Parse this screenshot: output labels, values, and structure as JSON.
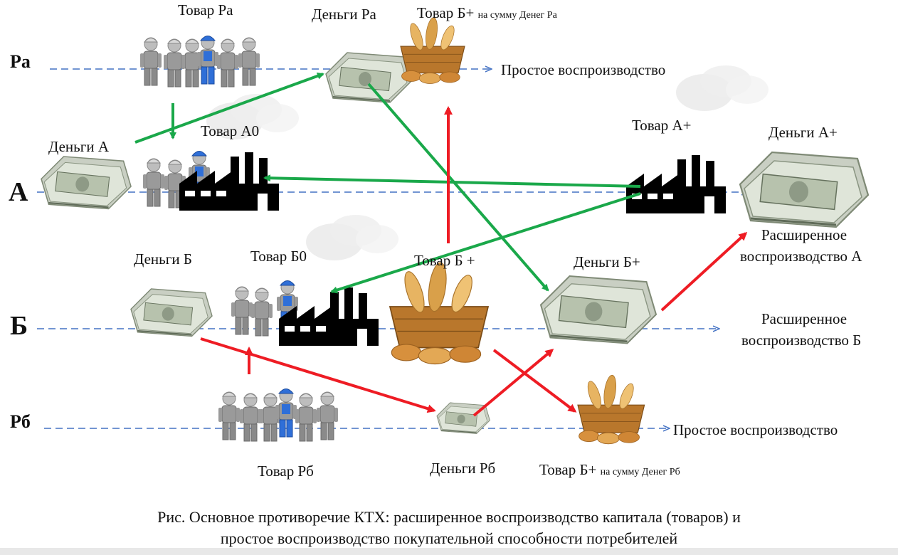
{
  "rows": {
    "pa": "Ра",
    "a": "А",
    "b": "Б",
    "pb": "Рб"
  },
  "labels": {
    "tovar_pa": "Товар Ра",
    "dengi_pa": "Деньги Ра",
    "tovar_bplus_pa_main": "Товар Б+",
    "tovar_bplus_pa_small": "на сумму Денег Ра",
    "prostoe_top": "Простое воспроизводство",
    "dengi_a": "Деньги А",
    "tovar_a0": "Товар А0",
    "tovar_aplus": "Товар А+",
    "dengi_aplus": "Деньги А+",
    "rasshirennoe_a": [
      "Расширенное",
      "воспроизводство А"
    ],
    "dengi_b": "Деньги Б",
    "tovar_b0": "Товар Б0",
    "tovar_bplus_mid": "Товар Б +",
    "dengi_bplus": "Деньги Б+",
    "rasshirennoe_b": [
      "Расширенное",
      "воспроизводство Б"
    ],
    "tovar_pb": "Товар Рб",
    "dengi_pb": "Деньги Рб",
    "tovar_bplus_pb_main": "Товар Б+",
    "tovar_bplus_pb_small": "на сумму Денег Рб",
    "prostoe_bottom": "Простое воспроизводство"
  },
  "caption": [
    "Рис. Основное противоречие КТХ: расширенное воспроизводство капитала (товаров) и",
    "простое воспроизводство покупательной способности потребителей"
  ],
  "colors": {
    "green_arrow": "#1aa84a",
    "red_arrow": "#ee1c24",
    "dashed_line": "#4472c4"
  },
  "icons": [
    "workers-icon",
    "factory-icon",
    "money-stack-icon",
    "bread-basket-icon"
  ]
}
